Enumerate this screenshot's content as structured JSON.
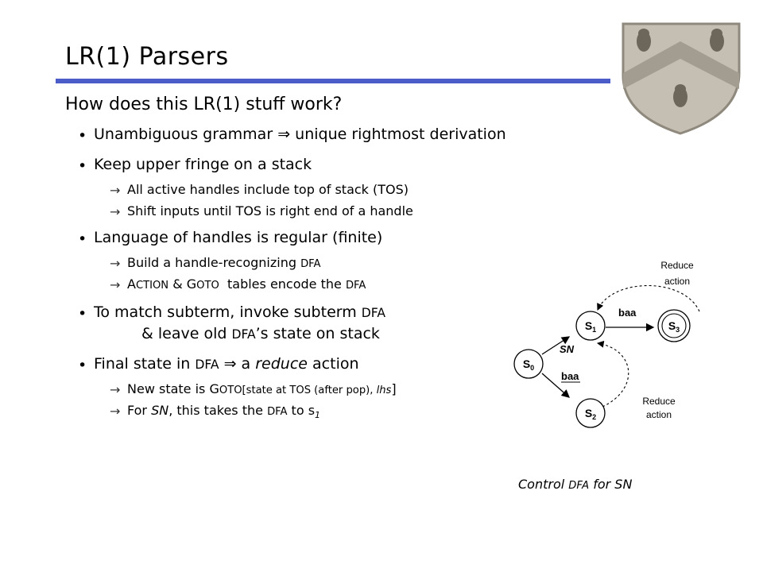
{
  "slide": {
    "title": "LR(1) Parsers",
    "subhead": "How does this LR(1) stuff work?",
    "bullet1": {
      "pre": "Unambiguous grammar ",
      "sym": "⇒",
      "post": " unique rightmost derivation"
    },
    "bullet2": "Keep upper fringe on a stack",
    "sub2a": "All active handles include top of stack (TOS)",
    "sub2b": "Shift inputs until TOS is right end of a handle",
    "bullet3": "Language of handles is regular (finite)",
    "sub3a": {
      "pre": "Build a handle-recognizing ",
      "dfa": "DFA"
    },
    "sub3b": {
      "a": "A",
      "ction": "CTION",
      "amp": " & ",
      "g": "G",
      "oto": "OTO",
      "mid": "  tables encode the ",
      "dfa": "DFA"
    },
    "bullet4a": {
      "pre": "To match subterm, invoke subterm ",
      "dfa": "DFA"
    },
    "bullet4b": {
      "pre": "& leave old ",
      "dfa": "DFA",
      "post": "’s state on stack"
    },
    "bullet5": {
      "pre": "Final state in ",
      "dfa": "DFA",
      "mid": " ",
      "sym": "⇒",
      "a": " a ",
      "reduce": "reduce",
      "post": " action"
    },
    "sub5a": {
      "pre": "New state is G",
      "oto": "OTO",
      "br": "[state at TOS (after pop), ",
      "lhs": "lhs",
      "close": "]"
    },
    "sub5b": {
      "pre": "For ",
      "sn": "SN",
      "mid": ", this takes the ",
      "dfa": "DFA",
      "to": " to s",
      "sub": "1"
    },
    "arrow_glyph": "→",
    "bullet_glyph": "•",
    "caption": {
      "pre": "Control ",
      "dfa": "DFA",
      "post": " for SN"
    }
  },
  "diagram": {
    "states": [
      {
        "label": "S",
        "sub": "0"
      },
      {
        "label": "S",
        "sub": "1"
      },
      {
        "label": "S",
        "sub": "2"
      },
      {
        "label": "S",
        "sub": "3"
      }
    ],
    "edge_sn": "SN",
    "edge_baa_top": "baa",
    "edge_baa_bottom": "baa",
    "reduce_top": [
      "Reduce",
      "action"
    ],
    "reduce_bottom": [
      "Reduce",
      "action"
    ]
  },
  "colors": {
    "rule": "#4b5bc8",
    "crest": "#b8b2a6"
  }
}
